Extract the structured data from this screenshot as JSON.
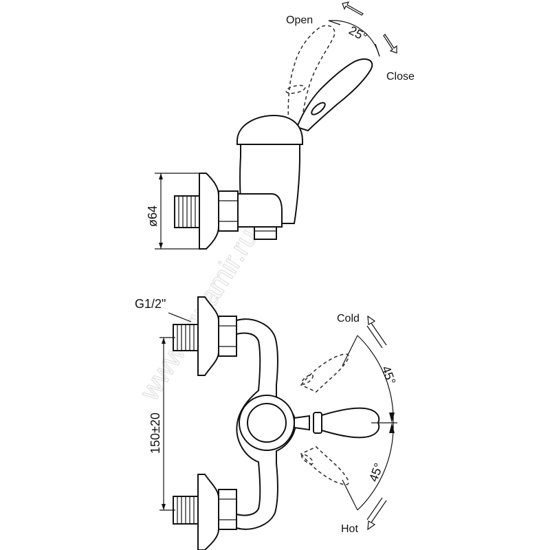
{
  "labels": {
    "open": "Open",
    "close": "Close",
    "angle_top": "25°",
    "diameter": "ø64",
    "thread": "G1/2\"",
    "cold": "Cold",
    "hot": "Hot",
    "angle_cold": "45°",
    "angle_hot": "45°",
    "spacing": "150±20"
  },
  "watermark": "www.aquamir.ru"
}
